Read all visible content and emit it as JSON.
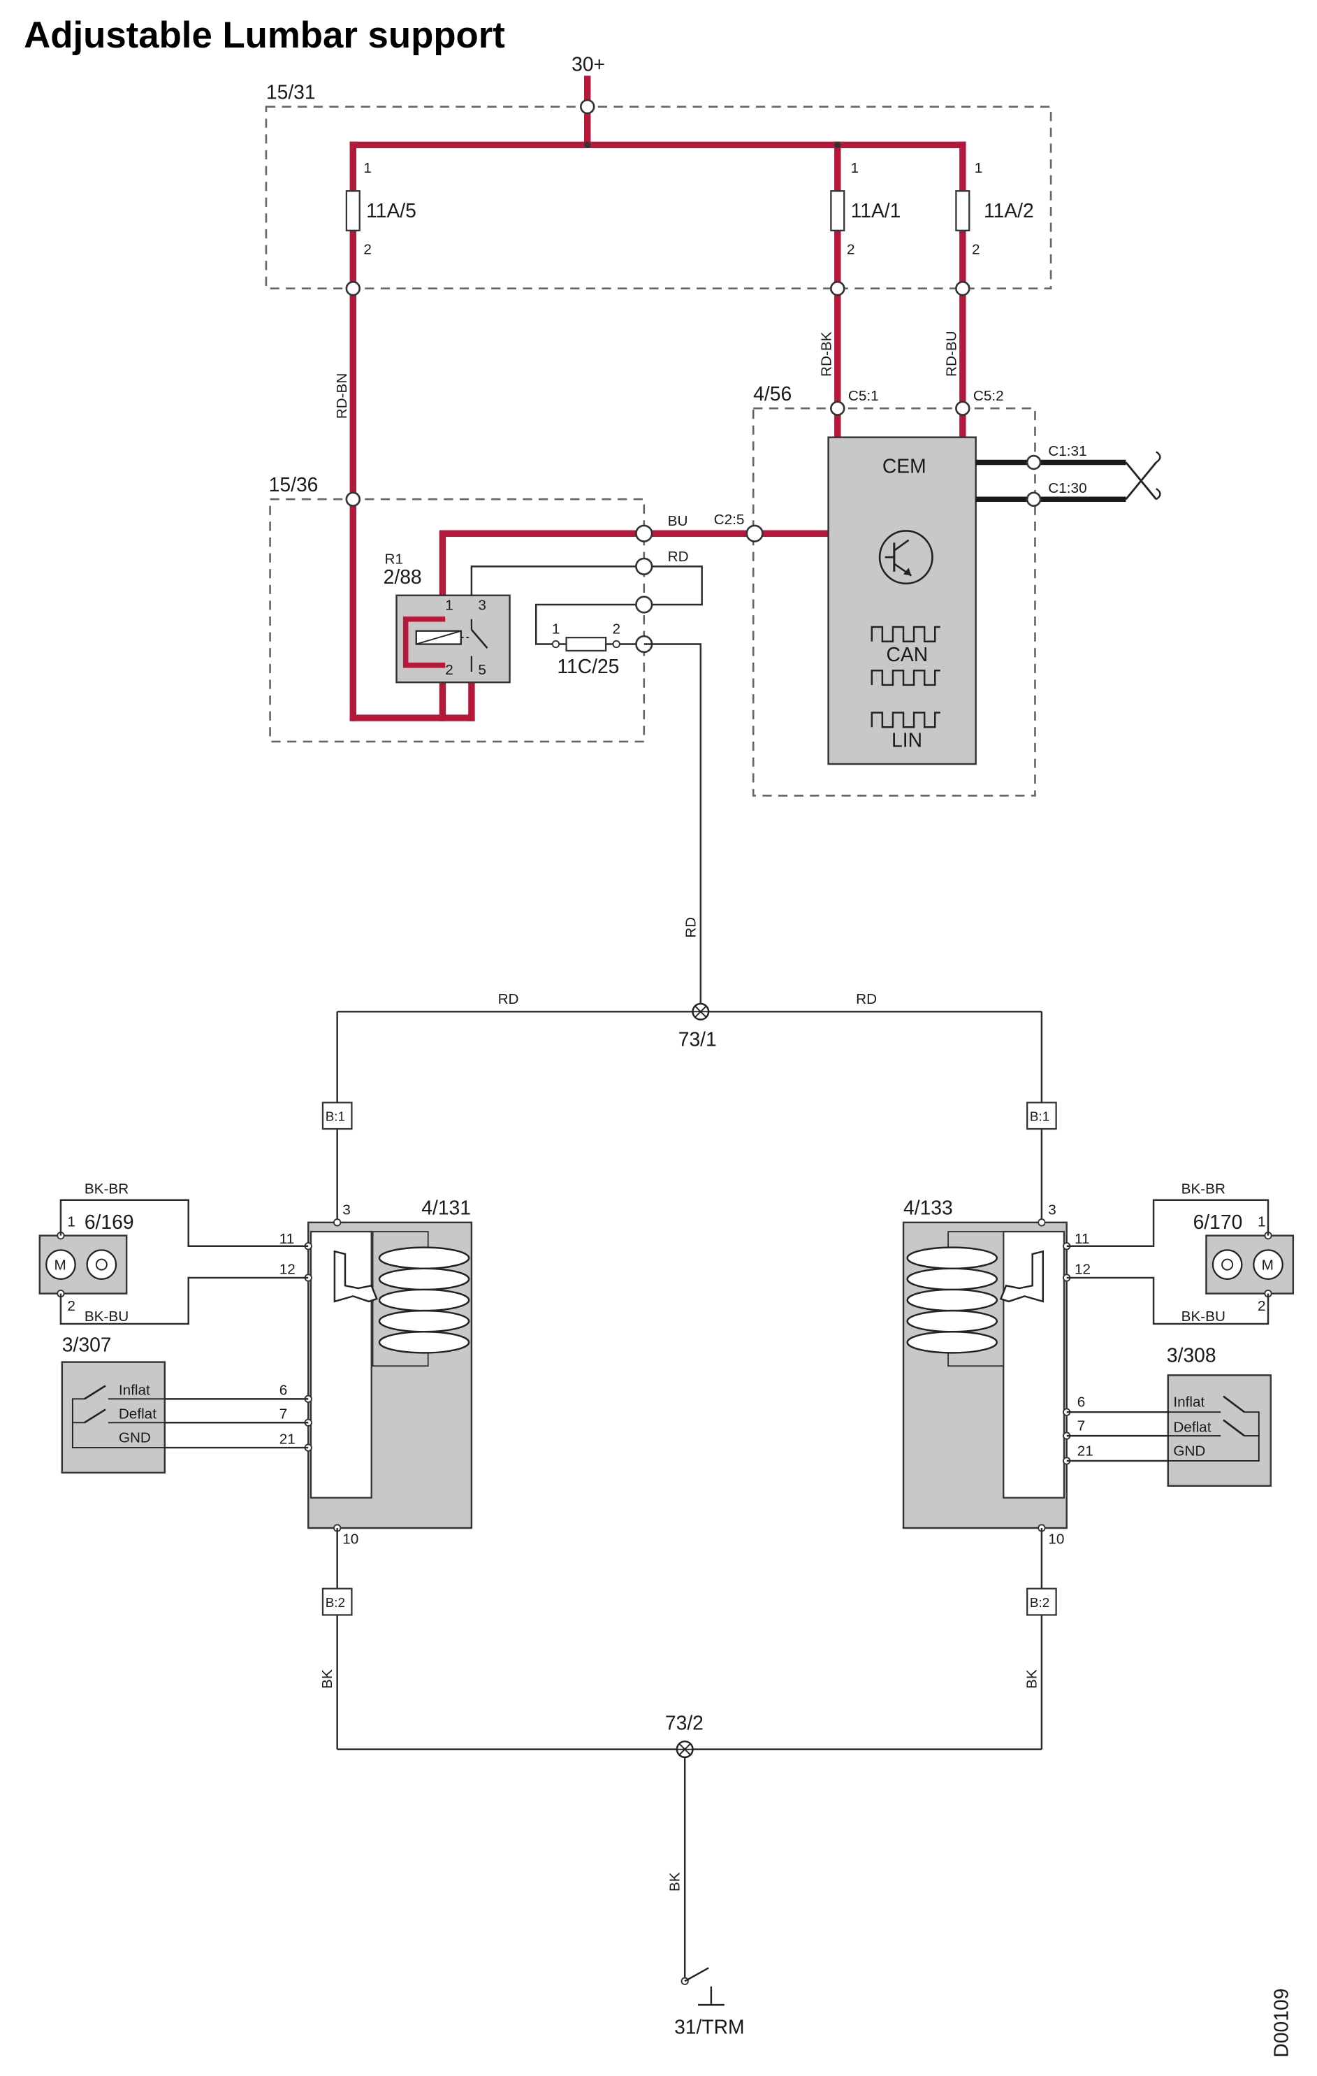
{
  "title": "Adjustable Lumbar support",
  "doc_id": "D00109",
  "supply": "30+",
  "ground": "31/TRM",
  "fusebox": {
    "label": "15/31",
    "fuses": [
      {
        "name": "11A/5",
        "pin_top": "1",
        "pin_bottom": "2"
      },
      {
        "name": "11A/1",
        "pin_top": "1",
        "pin_bottom": "2"
      },
      {
        "name": "11A/2",
        "pin_top": "1",
        "pin_bottom": "2"
      }
    ]
  },
  "relay_box": {
    "label": "15/36",
    "relay_name": "R1",
    "relay_id": "2/88",
    "relay_pins": [
      "1",
      "3",
      "2",
      "5"
    ],
    "fuse": {
      "name": "11C/25",
      "pin_left": "1",
      "pin_right": "2"
    }
  },
  "cem": {
    "box_label": "4/56",
    "name": "CEM",
    "bus_labels": [
      "CAN",
      "LIN"
    ],
    "connectors": [
      "C5:1",
      "C5:2",
      "C2:5",
      "C1:31",
      "C1:30"
    ]
  },
  "wire_colors": {
    "rd_bn": "RD-BN",
    "rd_bk": "RD-BK",
    "rd_bu": "RD-BU",
    "bu": "BU",
    "rd": "RD",
    "bk": "BK",
    "bk_br": "BK-BR",
    "bk_bu": "BK-BU"
  },
  "splices": {
    "top": "73/1",
    "bottom": "73/2"
  },
  "connectors": {
    "b1": "B:1",
    "b2": "B:2"
  },
  "left_seat": {
    "module": "4/131",
    "motor": "6/169",
    "switch": "3/307",
    "module_pins": [
      "3",
      "11",
      "12",
      "6",
      "7",
      "21",
      "10"
    ],
    "motor_pins": [
      "1",
      "2"
    ],
    "switch_labels": [
      "Inflat",
      "Deflat",
      "GND"
    ]
  },
  "right_seat": {
    "module": "4/133",
    "motor": "6/170",
    "switch": "3/308",
    "module_pins": [
      "3",
      "11",
      "12",
      "6",
      "7",
      "21",
      "10"
    ],
    "motor_pins": [
      "1",
      "2"
    ],
    "switch_labels": [
      "Inflat",
      "Deflat",
      "GND"
    ]
  },
  "motor_symbol": "M",
  "colors": {
    "power_wire": "#b5183b",
    "component_fill": "#c8c8c8",
    "signal_wire": "#2a2a2a"
  }
}
